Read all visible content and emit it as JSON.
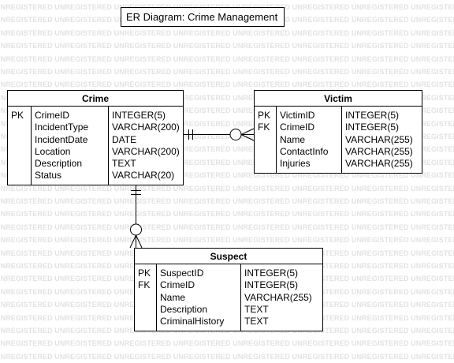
{
  "watermark_text": "UNREGISTERED",
  "diagram_title": "ER Diagram: Crime Management",
  "entities": {
    "crime": {
      "name": "Crime",
      "keys": [
        "PK",
        "",
        "",
        "",
        "",
        ""
      ],
      "fields": [
        "CrimeID",
        "IncidentType",
        "IncidentDate",
        "Location",
        "Description",
        "Status"
      ],
      "types": [
        "INTEGER(5)",
        "VARCHAR(200)",
        "DATE",
        "VARCHAR(200)",
        "TEXT",
        "VARCHAR(20)"
      ]
    },
    "victim": {
      "name": "Victim",
      "keys": [
        "PK",
        "FK",
        "",
        "",
        ""
      ],
      "fields": [
        "VictimID",
        "CrimeID",
        "Name",
        "ContactInfo",
        "Injuries"
      ],
      "types": [
        "INTEGER(5)",
        "INTEGER(5)",
        "VARCHAR(255)",
        "VARCHAR(255)",
        "VARCHAR(255)"
      ]
    },
    "suspect": {
      "name": "Suspect",
      "keys": [
        "PK",
        "FK",
        "",
        "",
        ""
      ],
      "fields": [
        "SuspectID",
        "CrimeID",
        "Name",
        "Description",
        "CriminalHistory"
      ],
      "types": [
        "INTEGER(5)",
        "INTEGER(5)",
        "VARCHAR(255)",
        "TEXT",
        "TEXT"
      ]
    }
  },
  "relationships": [
    {
      "from": "Crime",
      "to": "Victim",
      "from_end": "one-and-only-one",
      "to_end": "zero-or-many"
    },
    {
      "from": "Crime",
      "to": "Suspect",
      "from_end": "one-and-only-one",
      "to_end": "zero-or-many"
    }
  ]
}
